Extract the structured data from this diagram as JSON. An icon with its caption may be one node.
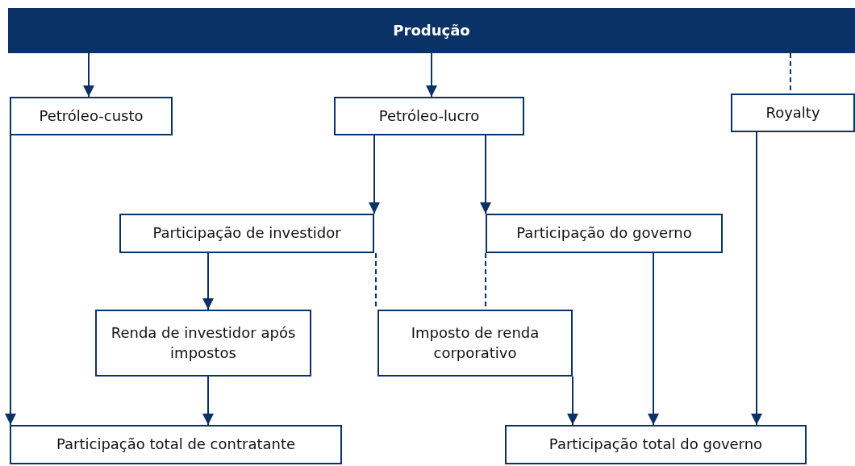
{
  "diagram": {
    "nodes": [
      {
        "text": [
          "Produção"
        ]
      },
      {
        "text": [
          "Petróleo-custo"
        ]
      },
      {
        "text": [
          "Petróleo-lucro"
        ]
      },
      {
        "text": [
          "Royalty"
        ]
      },
      {
        "text": [
          "Participação de investidor"
        ]
      },
      {
        "text": [
          "Participação do governo"
        ]
      },
      {
        "text": [
          "Renda de investidor após impostos"
        ]
      },
      {
        "text": [
          "Imposto de renda corporativo"
        ]
      },
      {
        "text": [
          "Participação total de contratante"
        ]
      },
      {
        "text": [
          "Participação total do governo"
        ]
      }
    ],
    "edges": [
      {
        "from": 0,
        "to": 1,
        "arrow": "to"
      },
      {
        "from": 0,
        "to": 2,
        "arrow": "to"
      },
      {
        "from": 0,
        "to": 3,
        "arrow": "none",
        "style": "dashed"
      },
      {
        "from": 2,
        "to": 4,
        "arrow": "to"
      },
      {
        "from": 2,
        "to": 5,
        "arrow": "to"
      },
      {
        "from": 4,
        "to": 7,
        "arrow": "none",
        "style": "dashed"
      },
      {
        "from": 5,
        "to": 7,
        "arrow": "none",
        "style": "dashed"
      },
      {
        "from": 4,
        "to": 6,
        "arrow": "to"
      },
      {
        "from": 6,
        "to": 8,
        "arrow": "to"
      },
      {
        "from": 1,
        "to": 8,
        "arrow": "to"
      },
      {
        "from": 7,
        "to": 9,
        "arrow": "to"
      },
      {
        "from": 5,
        "to": 9,
        "arrow": "to"
      },
      {
        "from": 3,
        "to": 9,
        "arrow": "to"
      }
    ]
  }
}
